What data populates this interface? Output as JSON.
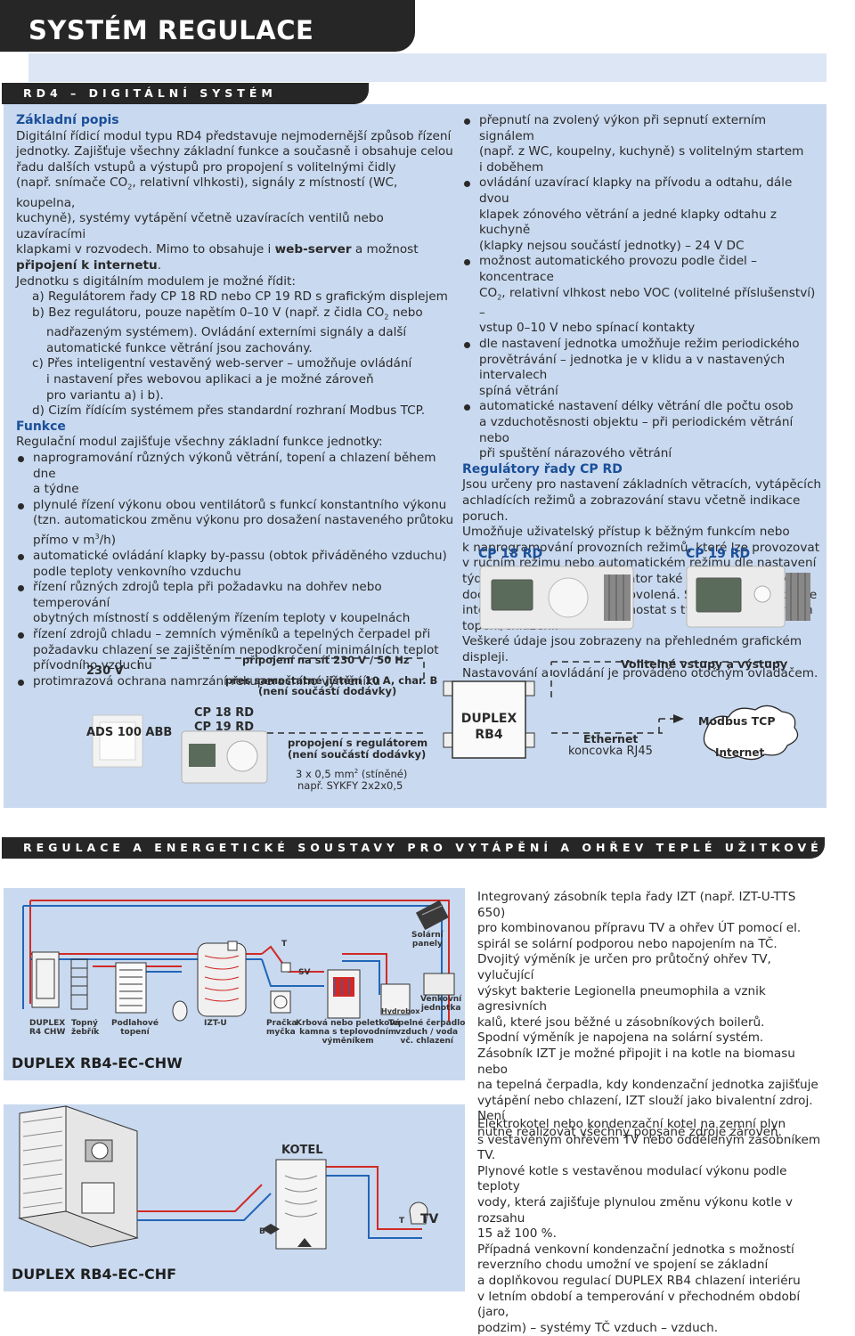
{
  "page_title": "SYSTÉM REGULACE",
  "section1": {
    "bar": "RD4 – DIGITÁLNÍ SYSTÉM REGULACE",
    "basic_head": "Základní popis",
    "basic_lines": [
      "Digitální řídicí modul typu RD4 představuje nejmodernější způsob řízení",
      "jednotky. Zajišťuje všechny základní funkce a současně i obsahuje celou",
      "řadu dalších vstupů a výstupů pro propojení s volitelnými čidly",
      "kuchyně), systémy vytápění včetně uzavíracích ventilů nebo uzavíracími",
      "klapkami v rozvodech."
    ],
    "basic_l4a": "(např. snímače CO",
    "basic_l4sub": "2",
    "basic_l4b": ", relativní vlhkosti), signály z místností (WC, koupelna,",
    "basic_l7b": " Mimo to obsahuje i ",
    "basic_bold1": "web-server",
    "basic_l7c": " a možnost",
    "basic_bold2": "připojení k internetu",
    "basic_l8end": ".",
    "control_intro": "Jednotku s digitálním modulem je možné řídit:",
    "opt_a": "a) Regulátorem řady CP 18 RD nebo CP 19 RD s grafickým displejem",
    "opt_b1a": "b) Bez regulátoru, pouze napětím 0–10 V (např. z čidla CO",
    "opt_b1sub": "2",
    "opt_b1b": " nebo",
    "opt_b2": "nadřazeným systémem). Ovládání externími signály a další",
    "opt_b3": "automatické funkce větrání jsou zachovány.",
    "opt_c1": "c) Přes inteligentní vestavěný web-server – umožňuje ovládání",
    "opt_c2": "i nastavení přes webovou aplikaci a je možné zároveň",
    "opt_c3": "pro variantu a) i b).",
    "opt_d": "d) Cizím řídícím systémem přes standardní rozhraní Modbus TCP.",
    "func_head": "Funkce",
    "func_intro": "Regulační modul zajišťuje všechny základní funkce jednotky:",
    "func_bullets": [
      [
        "naprogramování různých výkonů větrání, topení a chlazení během dne",
        "a týdne"
      ],
      [
        "plynulé řízení výkonu obou ventilátorů s funkcí konstantního výkonu",
        "(tzn. automatickou změnu výkonu pro dosažení nastaveného průtoku"
      ],
      [
        "automatické ovládání klapky by-passu (obtok přiváděného vzduchu)",
        "podle teploty venkovního vzduchu"
      ],
      [
        "řízení různých zdrojů tepla při požadavku na dohřev nebo temperování",
        "obytných místností s odděleným řízením teploty v koupelnách"
      ],
      [
        "řízení zdrojů chladu – zemních výměníků a tepelných čerpadel při",
        "požadavku chlazení se zajištěním nepodkročení minimálních teplot",
        "přívodního vzduchu"
      ],
      [
        "protimrazová ochrana namrzání rekuperačního výměníku"
      ]
    ],
    "func_b2_l3a": "přímo v m",
    "func_b2_l3sup": "3",
    "func_b2_l3b": "/h)",
    "right_bullets": [
      [
        "přepnutí na zvolený výkon při sepnutí externím signálem",
        "(např. z WC, koupelny, kuchyně) s volitelným startem",
        "i doběhem"
      ],
      [
        "ovládání uzavírací klapky na přívodu a odtahu, dále dvou",
        "klapek zónového větrání a jedné klapky odtahu z kuchyně",
        "(klapky nejsou součástí jednotky) – 24 V DC"
      ],
      [
        "možnost automatického provozu podle čidel – koncentrace",
        "vstup 0–10 V nebo spínací kontakty"
      ],
      [
        "dle nastavení jednotka umožňuje režim periodického",
        "provětrávání – jednotka je v klidu a v nastavených intervalech",
        "spíná větrání"
      ],
      [
        "automatické nastavení délky větrání dle počtu osob",
        "a vzduchotěsnosti objektu – při periodickém větrání nebo",
        "při spuštění nárazového větrání"
      ]
    ],
    "rb3_l2a": "CO",
    "rb3_l2sub": "2",
    "rb3_l2b": ", relativní vlhkost nebo VOC (volitelné příslušenství) –",
    "reg_head": "Regulátory řady CP RD",
    "reg_lines": [
      "Jsou určeny pro nastavení základních větracích, vytápěcích",
      "achladících režimů a zobrazování stavu včetně indikace poruch.",
      "Umožňuje uživatelský přístup k běžným funkcím nebo",
      "k naprogramování provozních režimů, které lze provozovat",
      "v ručním režimu nebo automatickém režimu dle nastavení",
      "týdenního programu. Regulátor také umožňuje nastavení",
      "dočasného režimu party / dovolená. Součástí regulátoru je",
      "integrovaný prostorový termostat s týdenním programem",
      "topení/chlazení.",
      "Veškeré údaje jsou zobrazeny na přehledném grafickém displeji.",
      "Nastavování a ovládání je prováděno otočným ovladačem."
    ],
    "cp18": "CP 18 RD",
    "cp19": "CP 19 RD"
  },
  "wiring": {
    "v230": "230 V",
    "power": "připojení na síť 230 V / 50 Hz",
    "breaker1": "přes samostatné jištění 10 A, char. B",
    "breaker2": "(není součástí dodávky)",
    "ads": "ADS 100 ABB",
    "cp18": "CP 18 RD",
    "cp19": "CP 19 RD",
    "link1": "propojení s regulátorem",
    "link2": "(není součástí dodávky)",
    "cable1a": "3 x 0,5 mm",
    "cable1sup": "2",
    "cable1b": " (stíněné)",
    "cable2": "např. SYKFY 2x2x0,5",
    "unit1": "DUPLEX",
    "unit2": "RB4",
    "io": "Volitelné vstupy a výstupy",
    "modbus": "Modbus TCP",
    "eth1": "Ethernet",
    "eth2": "koncovka RJ45",
    "internet": "Internet"
  },
  "section2": {
    "bar": "REGULACE A ENERGETICKÉ SOUSTAVY PRO VYTÁPĚNÍ A OHŘEV TEPLÉ UŽITKOVÉ VODY",
    "d1": {
      "title": "DUPLEX RB4-EC-CHW",
      "solar1": "Solární",
      "solar2": "panely",
      "sv": "SV",
      "duplex1": "DUPLEX",
      "duplex2": "R4 CHW",
      "towel1": "Topný",
      "towel2": "žebřík",
      "floor1": "Podlahové",
      "floor2": "topení",
      "tank": "IZT-U",
      "wash1": "Pračka",
      "wash2": "myčka",
      "boiler1": "Krbová nebo peletková",
      "boiler2": "kamna s teplovodním",
      "boiler3": "výměníkem",
      "hydro": "Hydrobox",
      "hp1": "Tepelné čerpadlo",
      "hp2": "vzduch / voda",
      "hp3": "vč. chlazení",
      "out1": "Venkovní",
      "out2": "jednotka",
      "t": "T"
    },
    "p1": [
      "Integrovaný zásobník tepla řady IZT (např. IZT-U-TTS 650)",
      "pro kombinovanou přípravu TV a ohřev ÚT pomocí el.",
      "spirál se solární podporou nebo napojením na TČ.",
      "Dvojitý výměník je určen pro průtočný ohřev TV, vylučující",
      "výskyt bakterie Legionella pneumophila a vznik agresivních",
      "kalů, které jsou běžné u zásobníkových boilerů.",
      "Spodní výměník je napojena na solární systém.",
      "Zásobník IZT je možné připojit i na kotle na biomasu nebo",
      "na tepelná čerpadla, kdy kondenzační jednotka zajišťuje",
      "vytápění nebo chlazení, IZT slouží jako bivalentní zdroj. Není",
      "nutné realizovat všechny popsané zdroje zároveň."
    ],
    "d2": {
      "title": "DUPLEX RB4-EC-CHF",
      "kotel": "KOTEL",
      "tv": "TV",
      "t": "T",
      "b": "B"
    },
    "p2": [
      "Elektrokotel nebo kondenzační kotel na zemní plyn",
      "s vestavěným ohřevem TV nebo odděleným zásobníkem TV.",
      "Plynové kotle s vestavěnou modulací výkonu podle teploty",
      "vody, která zajišťuje plynulou změnu výkonu kotle v rozsahu",
      "15 až 100 %.",
      "Případná venkovní kondenzační jednotka s možností",
      "reverzního chodu umožní ve spojení se základní",
      "a doplňkovou regulací DUPLEX RB4 chlazení interiéru",
      "v letním období a temperování v přechodném období (jaro,",
      "podzim) – systémy TČ vzduch – vzduch."
    ]
  },
  "colors": {
    "dark_bar": "#262626",
    "panel_blue": "#c9d9ef",
    "heading_blue": "#1a4f99",
    "pipe_red": "#d12a26",
    "pipe_blue": "#2266b8"
  }
}
